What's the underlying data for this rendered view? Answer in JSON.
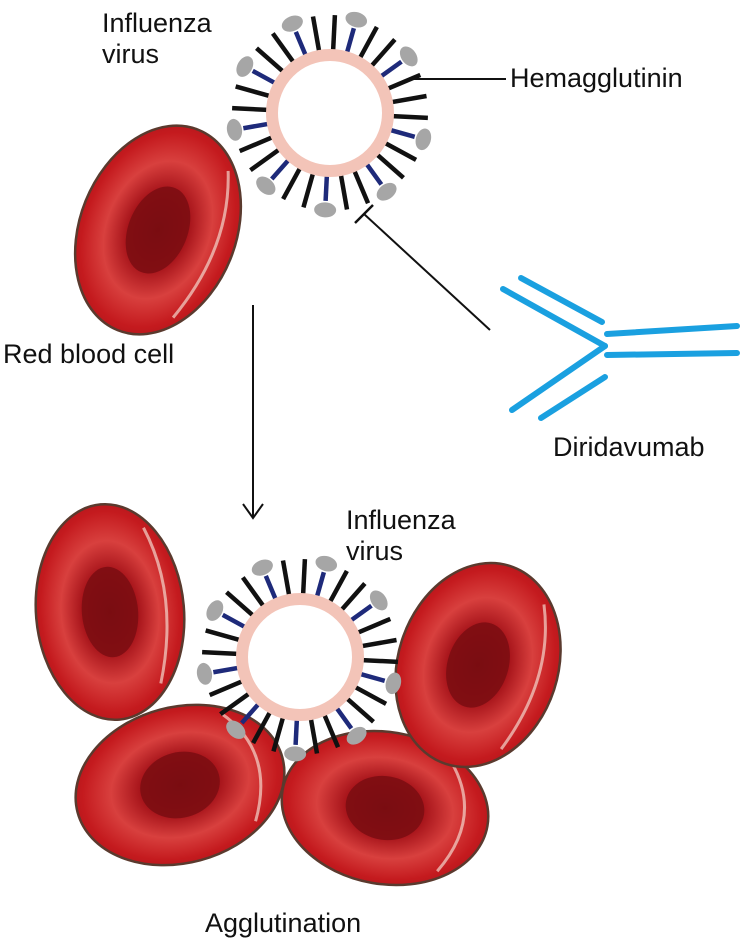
{
  "labels": {
    "virus_top": [
      "Influenza",
      "virus"
    ],
    "hemagglutinin": "Hemagglutinin",
    "red_blood_cell": "Red blood cell",
    "antibody": "Diridavumab",
    "virus_bottom": [
      "Influenza",
      "virus"
    ],
    "agglutination": "Agglutination"
  },
  "colors": {
    "rbc_fill": "#c41a1e",
    "rbc_center": "#7a0d12",
    "rbc_edge": "#5a3a2e",
    "envelope": "#f3c4b8",
    "ha_spike": "#111111",
    "na_spike": "#1e2a7a",
    "receptor_tip": "#a6a6a6",
    "antibody": "#1aa0e0",
    "arrow": "#111111"
  }
}
